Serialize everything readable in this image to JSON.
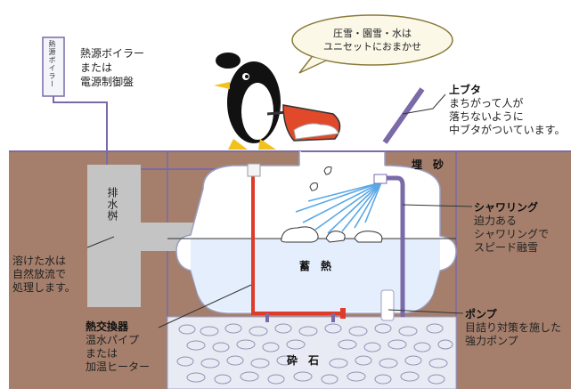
{
  "heater_box": "熱源ボイラー",
  "heater_label": [
    "熱源ボイラー",
    "または",
    "電源制御盤"
  ],
  "bubble": [
    "圧雪・園雪・水は",
    "ユニセットにおまかせ"
  ],
  "lid": {
    "title": "上ブタ",
    "lines": [
      "まちがって人が",
      "落ちないように",
      "中ブタがついています。"
    ]
  },
  "backfill": "埋　砂",
  "drain": "排水桝",
  "melt": [
    "溶けた水は",
    "自然放流で",
    "処理します。"
  ],
  "storage": "蓄　熱",
  "shower": {
    "title": "シャワリング",
    "lines": [
      "迫力ある",
      "シャワリングで",
      "スピード融雪"
    ]
  },
  "pump": {
    "title": "ポンプ",
    "lines": [
      "目詰り対策を施した",
      "強力ポンプ"
    ]
  },
  "exchanger": {
    "title": "熱交換器",
    "lines": [
      "温水パイプ",
      "または",
      "加温ヒーター"
    ]
  },
  "gravel": "砕　石"
}
